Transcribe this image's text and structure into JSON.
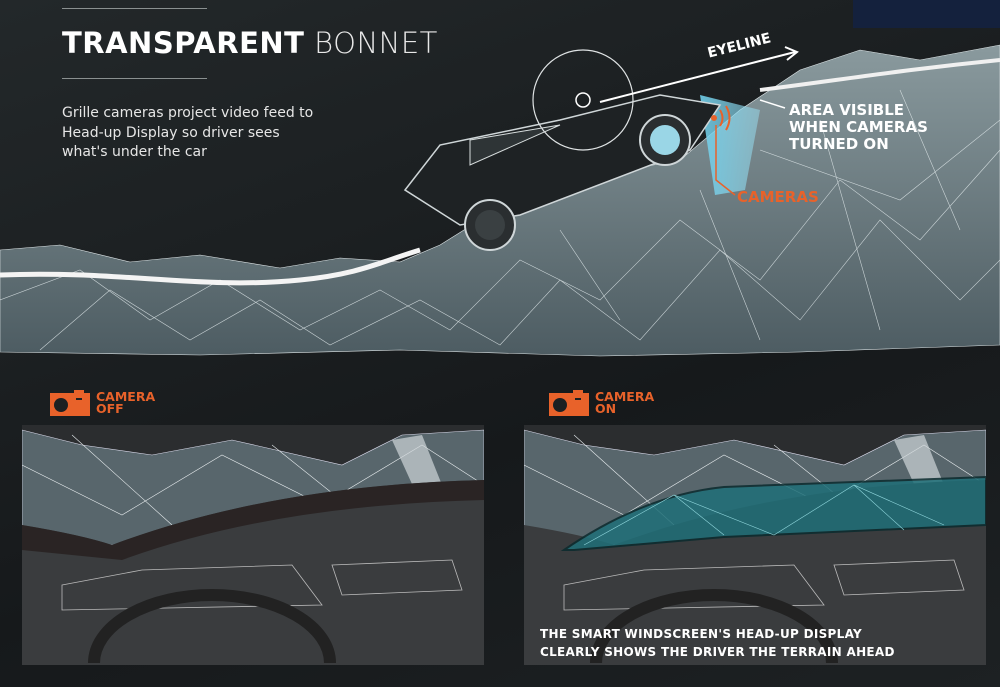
{
  "header": {
    "title_bold": "TRANSPARENT",
    "title_light": "BONNET",
    "description": "Grille cameras project video feed to Head-up Display so driver sees what's under the car"
  },
  "diagram": {
    "eyeline_label": "EYELINE",
    "area_label": "AREA VISIBLE WHEN CAMERAS TURNED ON",
    "cameras_label": "CAMERAS"
  },
  "panels": [
    {
      "camera_line1": "CAMERA",
      "camera_line2": "OFF",
      "icon": "camera-icon"
    },
    {
      "camera_line1": "CAMERA",
      "camera_line2": "ON",
      "icon": "camera-icon"
    }
  ],
  "caption": {
    "line1": "THE SMART WINDSCREEN'S HEAD-UP DISPLAY",
    "line2": "CLEARLY SHOWS THE DRIVER THE TERRAIN AHEAD"
  },
  "colors": {
    "accent": "#e8622a",
    "navy": "#14213d",
    "hud": "#2a9aa6"
  }
}
